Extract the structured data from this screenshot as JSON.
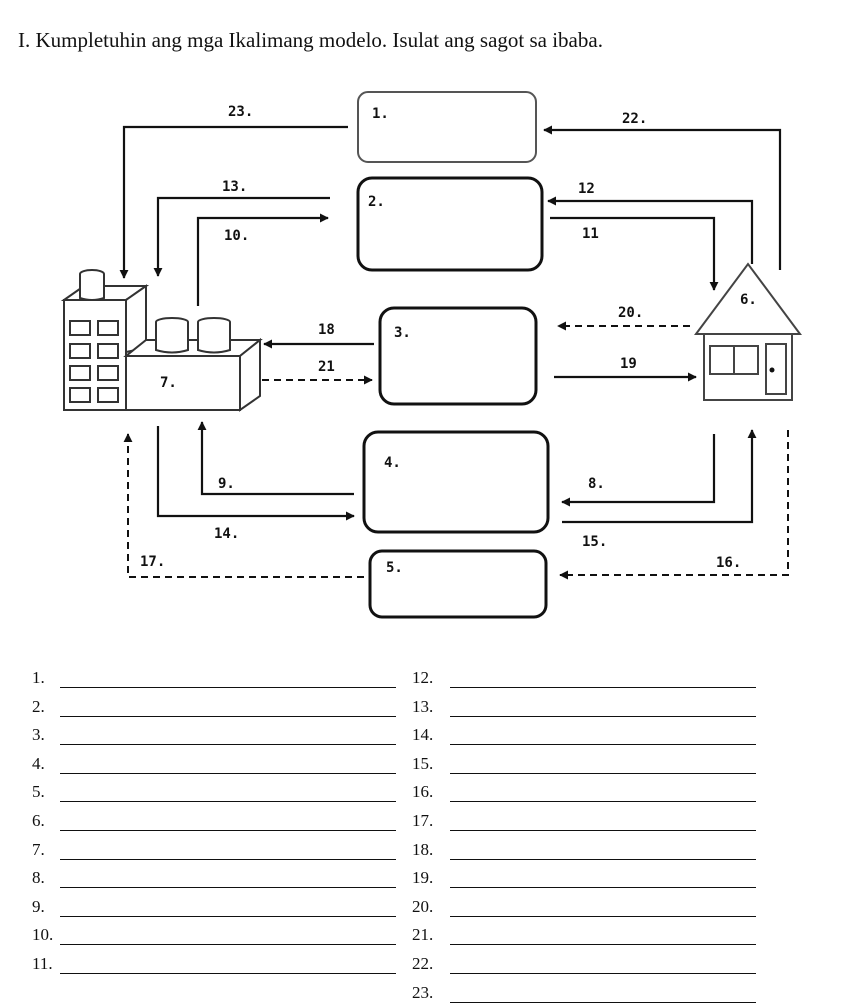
{
  "title": "I. Kumpletuhin ang mga Ikalimang modelo. Isulat ang sagot sa ibaba.",
  "boxes": [
    "1.",
    "2.",
    "3.",
    "4.",
    "5."
  ],
  "labels": {
    "house": "6.",
    "factory": "7.",
    "a8": "8.",
    "a9": "9.",
    "a10": "10.",
    "a11": "11",
    "a12": "12",
    "a13": "13.",
    "a14": "14.",
    "a15": "15.",
    "a16": "16.",
    "a17": "17.",
    "a18": "18",
    "a19": "19",
    "a20": "20.",
    "a21": "21",
    "a22": "22.",
    "a23": "23."
  },
  "answers_left": [
    "1.",
    "2.",
    "3.",
    "4.",
    "5.",
    "6.",
    "7.",
    "8.",
    "9.",
    "10.",
    "11."
  ],
  "answers_right": [
    "12.",
    "13.",
    "14.",
    "15.",
    "16.",
    "17.",
    "18.",
    "19.",
    "20.",
    "21.",
    "22.",
    "23."
  ]
}
